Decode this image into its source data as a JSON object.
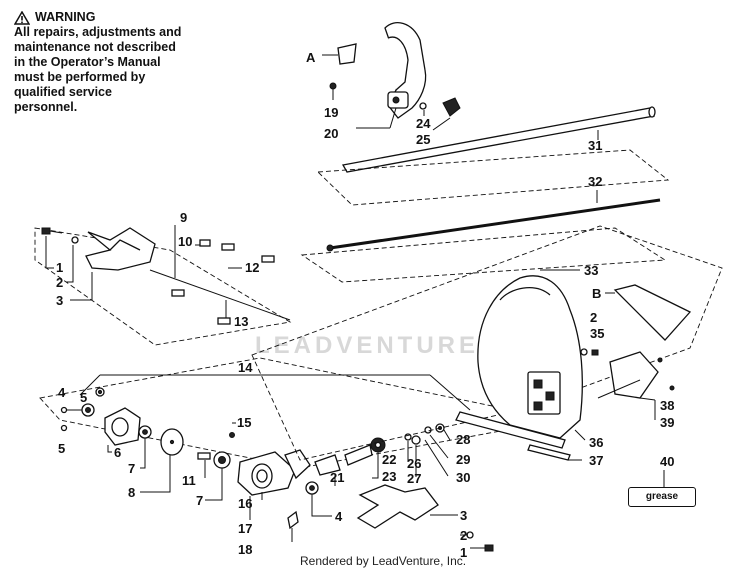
{
  "warning": {
    "title": "WARNING",
    "lines": [
      "All repairs, adjustments and",
      "maintenance not described",
      "in the Operator’s Manual",
      "must be performed by",
      "qualified service",
      "personnel."
    ]
  },
  "callouts": {
    "A": "A",
    "B": "B",
    "n1": "1",
    "n2": "2",
    "n3": "3",
    "n4": "4",
    "n5": "5",
    "n6": "6",
    "n7": "7",
    "n8": "8",
    "n9": "9",
    "n10": "10",
    "n11": "11",
    "n12": "12",
    "n13": "13",
    "n14": "14",
    "n15": "15",
    "n16": "16",
    "n17": "17",
    "n18": "18",
    "n19": "19",
    "n20": "20",
    "n21": "21",
    "n22": "22",
    "n23": "23",
    "n24": "24",
    "n25": "25",
    "n26": "26",
    "n27": "27",
    "n28": "28",
    "n29": "29",
    "n30": "30",
    "n31": "31",
    "n32": "32",
    "n33": "33",
    "n35": "35",
    "n36": "36",
    "n37": "37",
    "n38": "38",
    "n39": "39",
    "n40": "40"
  },
  "grease_label": "grease",
  "watermark": "LEADVENTURE",
  "footer": "Rendered by LeadVenture, Inc."
}
